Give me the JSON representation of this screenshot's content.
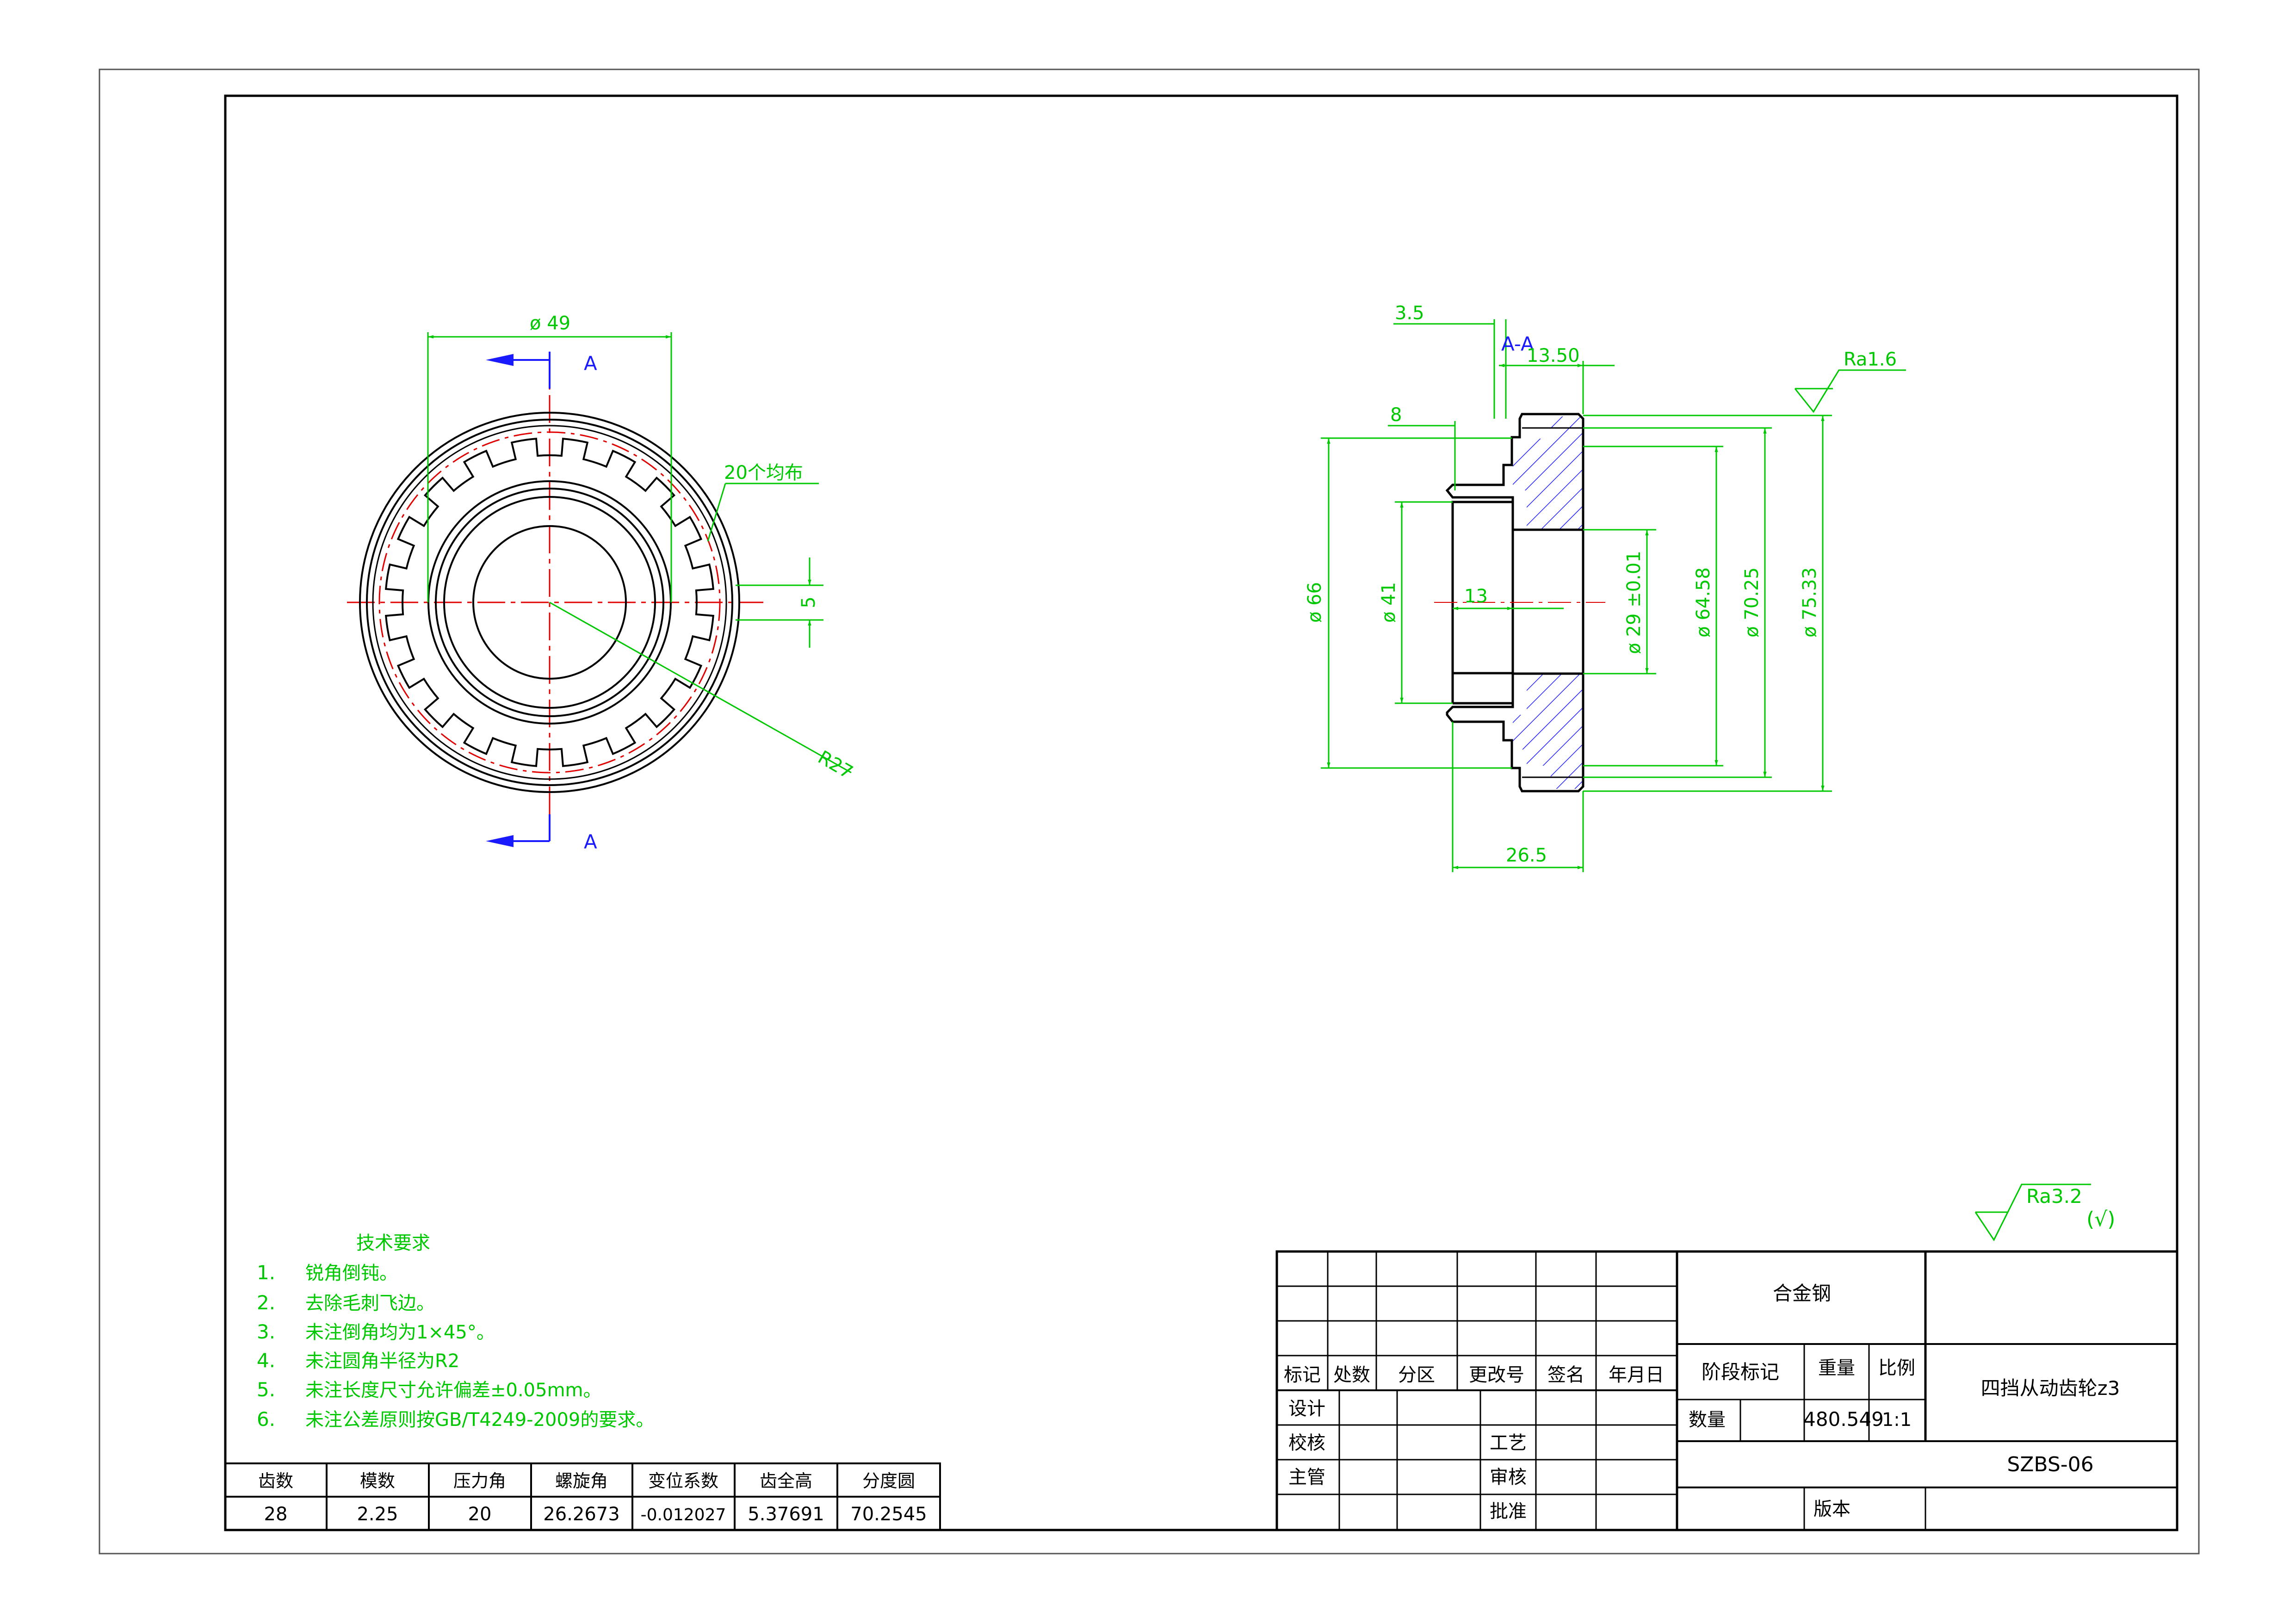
{
  "colors": {
    "outline": "#000000",
    "dimension": "#00c800",
    "centerline": "#e00000",
    "hatch": "#2020ff",
    "section_arrow": "#1a1aff"
  },
  "front_view": {
    "dims": {
      "d49": "ø 49",
      "teeth": "20个均布",
      "width5": "5",
      "r27": "R27"
    },
    "section_label_top": "A",
    "section_label_bottom": "A"
  },
  "section_view": {
    "title": "A-A",
    "dims": {
      "d3_5": "3.5",
      "d13_50": "13.50",
      "d8": "8",
      "d13": "13",
      "d26_5": "26.5",
      "dia66": "ø 66",
      "dia41": "ø 41",
      "dia29": "ø 29 ±0.01",
      "dia64_58": "ø 64.58",
      "dia70_25": "ø 70.25",
      "dia75_33": "ø 75.33"
    },
    "roughness": "Ra1.6"
  },
  "general_roughness": {
    "value": "Ra3.2",
    "suffix": "(√)"
  },
  "tech_requirements": {
    "title": "技术要求",
    "items": [
      {
        "num": "1.",
        "text": "锐角倒钝。"
      },
      {
        "num": "2.",
        "text": "去除毛刺飞边。"
      },
      {
        "num": "3.",
        "text": "未注倒角均为1×45°。"
      },
      {
        "num": "4.",
        "text": "未注圆角半径为R2"
      },
      {
        "num": "5.",
        "text": "未注长度尺寸允许偏差±0.05mm。"
      },
      {
        "num": "6.",
        "text": "未注公差原则按GB/T4249-2009的要求。"
      }
    ]
  },
  "gear_table": {
    "headers": [
      "齿数",
      "模数",
      "压力角",
      "螺旋角",
      "变位系数",
      "齿全高",
      "分度圆"
    ],
    "values": [
      "28",
      "2.25",
      "20",
      "26.2673",
      "-0.012027",
      "5.37691",
      "70.2545"
    ]
  },
  "title_block": {
    "material": "合金钢",
    "part_name": "四挡从动齿轮z3",
    "drawing_no": "SZBS-06",
    "rev_headers": [
      "标记",
      "处数",
      "分区",
      "更改号",
      "签名",
      "年月日"
    ],
    "roles_left": [
      "设计",
      "校核",
      "主管"
    ],
    "roles_mid": [
      "工艺",
      "审核",
      "批准"
    ],
    "stage_label": "阶段标记",
    "weight_label": "重量",
    "scale_label": "比例",
    "qty_label": "数量",
    "weight_value": "480.549",
    "scale_value": "1:1",
    "version_label": "版本"
  }
}
